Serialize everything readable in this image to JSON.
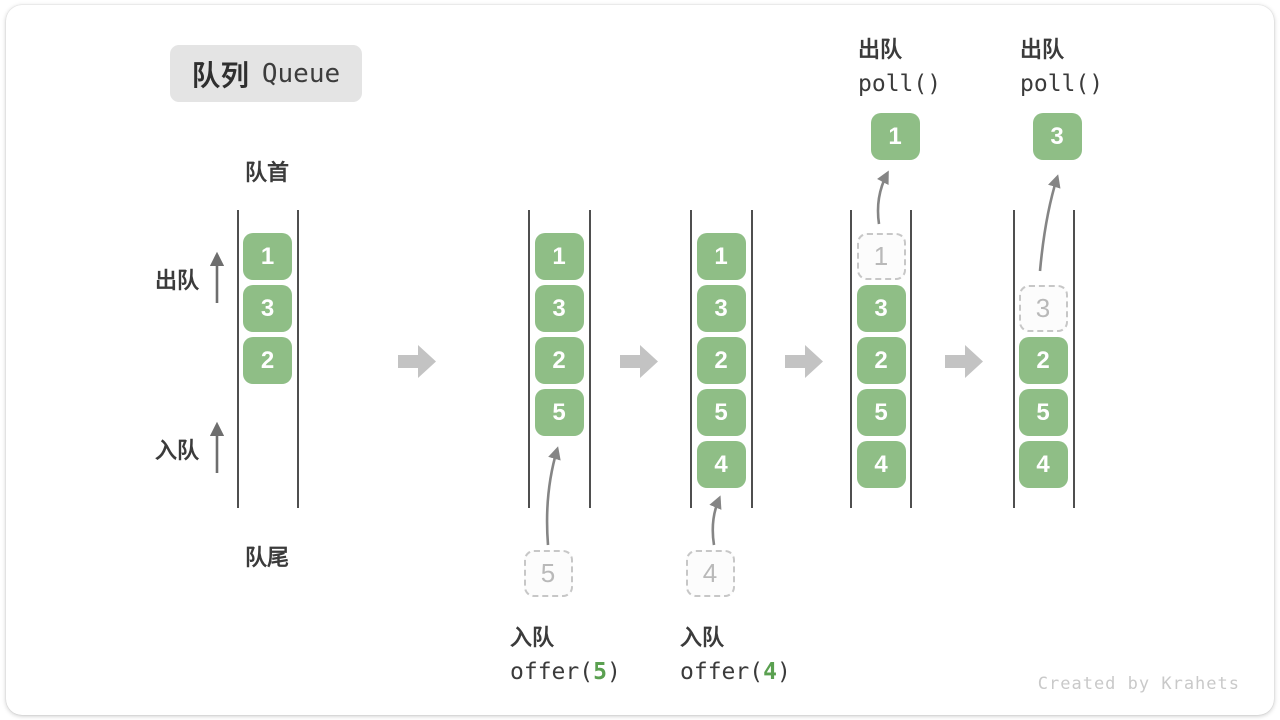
{
  "title": {
    "zh": "队列",
    "en": "Queue"
  },
  "labels": {
    "front": "队首",
    "rear": "队尾",
    "dequeue_side": "出队",
    "enqueue_side": "入队"
  },
  "states": [
    {
      "cells": [
        {
          "slot": 0,
          "value": "1",
          "kind": "solid"
        },
        {
          "slot": 1,
          "value": "3",
          "kind": "solid"
        },
        {
          "slot": 2,
          "value": "2",
          "kind": "solid"
        }
      ]
    },
    {
      "cells": [
        {
          "slot": 0,
          "value": "1",
          "kind": "solid"
        },
        {
          "slot": 1,
          "value": "3",
          "kind": "solid"
        },
        {
          "slot": 2,
          "value": "2",
          "kind": "solid"
        },
        {
          "slot": 3,
          "value": "5",
          "kind": "solid"
        }
      ],
      "staged": "5"
    },
    {
      "cells": [
        {
          "slot": 0,
          "value": "1",
          "kind": "solid"
        },
        {
          "slot": 1,
          "value": "3",
          "kind": "solid"
        },
        {
          "slot": 2,
          "value": "2",
          "kind": "solid"
        },
        {
          "slot": 3,
          "value": "5",
          "kind": "solid"
        },
        {
          "slot": 4,
          "value": "4",
          "kind": "solid"
        }
      ],
      "staged": "4"
    },
    {
      "cells": [
        {
          "slot": 0,
          "value": "1",
          "kind": "ghost"
        },
        {
          "slot": 1,
          "value": "3",
          "kind": "solid"
        },
        {
          "slot": 2,
          "value": "2",
          "kind": "solid"
        },
        {
          "slot": 3,
          "value": "5",
          "kind": "solid"
        },
        {
          "slot": 4,
          "value": "4",
          "kind": "solid"
        }
      ],
      "popped": "1"
    },
    {
      "cells": [
        {
          "slot": 1,
          "value": "3",
          "kind": "ghost"
        },
        {
          "slot": 2,
          "value": "2",
          "kind": "solid"
        },
        {
          "slot": 3,
          "value": "5",
          "kind": "solid"
        },
        {
          "slot": 4,
          "value": "4",
          "kind": "solid"
        }
      ],
      "popped": "3"
    }
  ],
  "operations": [
    {
      "type": "enqueue",
      "label": "入队",
      "code_prefix": "offer(",
      "arg": "5",
      "code_suffix": ")"
    },
    {
      "type": "enqueue",
      "label": "入队",
      "code_prefix": "offer(",
      "arg": "4",
      "code_suffix": ")"
    },
    {
      "type": "dequeue",
      "label": "出队",
      "code": "poll()"
    },
    {
      "type": "dequeue",
      "label": "出队",
      "code": "poll()"
    }
  ],
  "icons": {
    "state_transition": "block-right-arrow",
    "enqueue_direction": "thin-up-arrow",
    "dequeue_direction": "thin-up-arrow",
    "item_motion": "curved-up-arrow"
  },
  "colors": {
    "cell_green": "#8fbe86",
    "code_arg_green": "#5aa050",
    "block_arrow_gray": "#c3c3c3",
    "thin_arrow_gray": "#6e6e6e",
    "ghost_gray": "#c7c7c7",
    "text_dark": "#3b3b3b",
    "title_bg": "#e4e4e4"
  },
  "watermark": "Created by Krahets"
}
